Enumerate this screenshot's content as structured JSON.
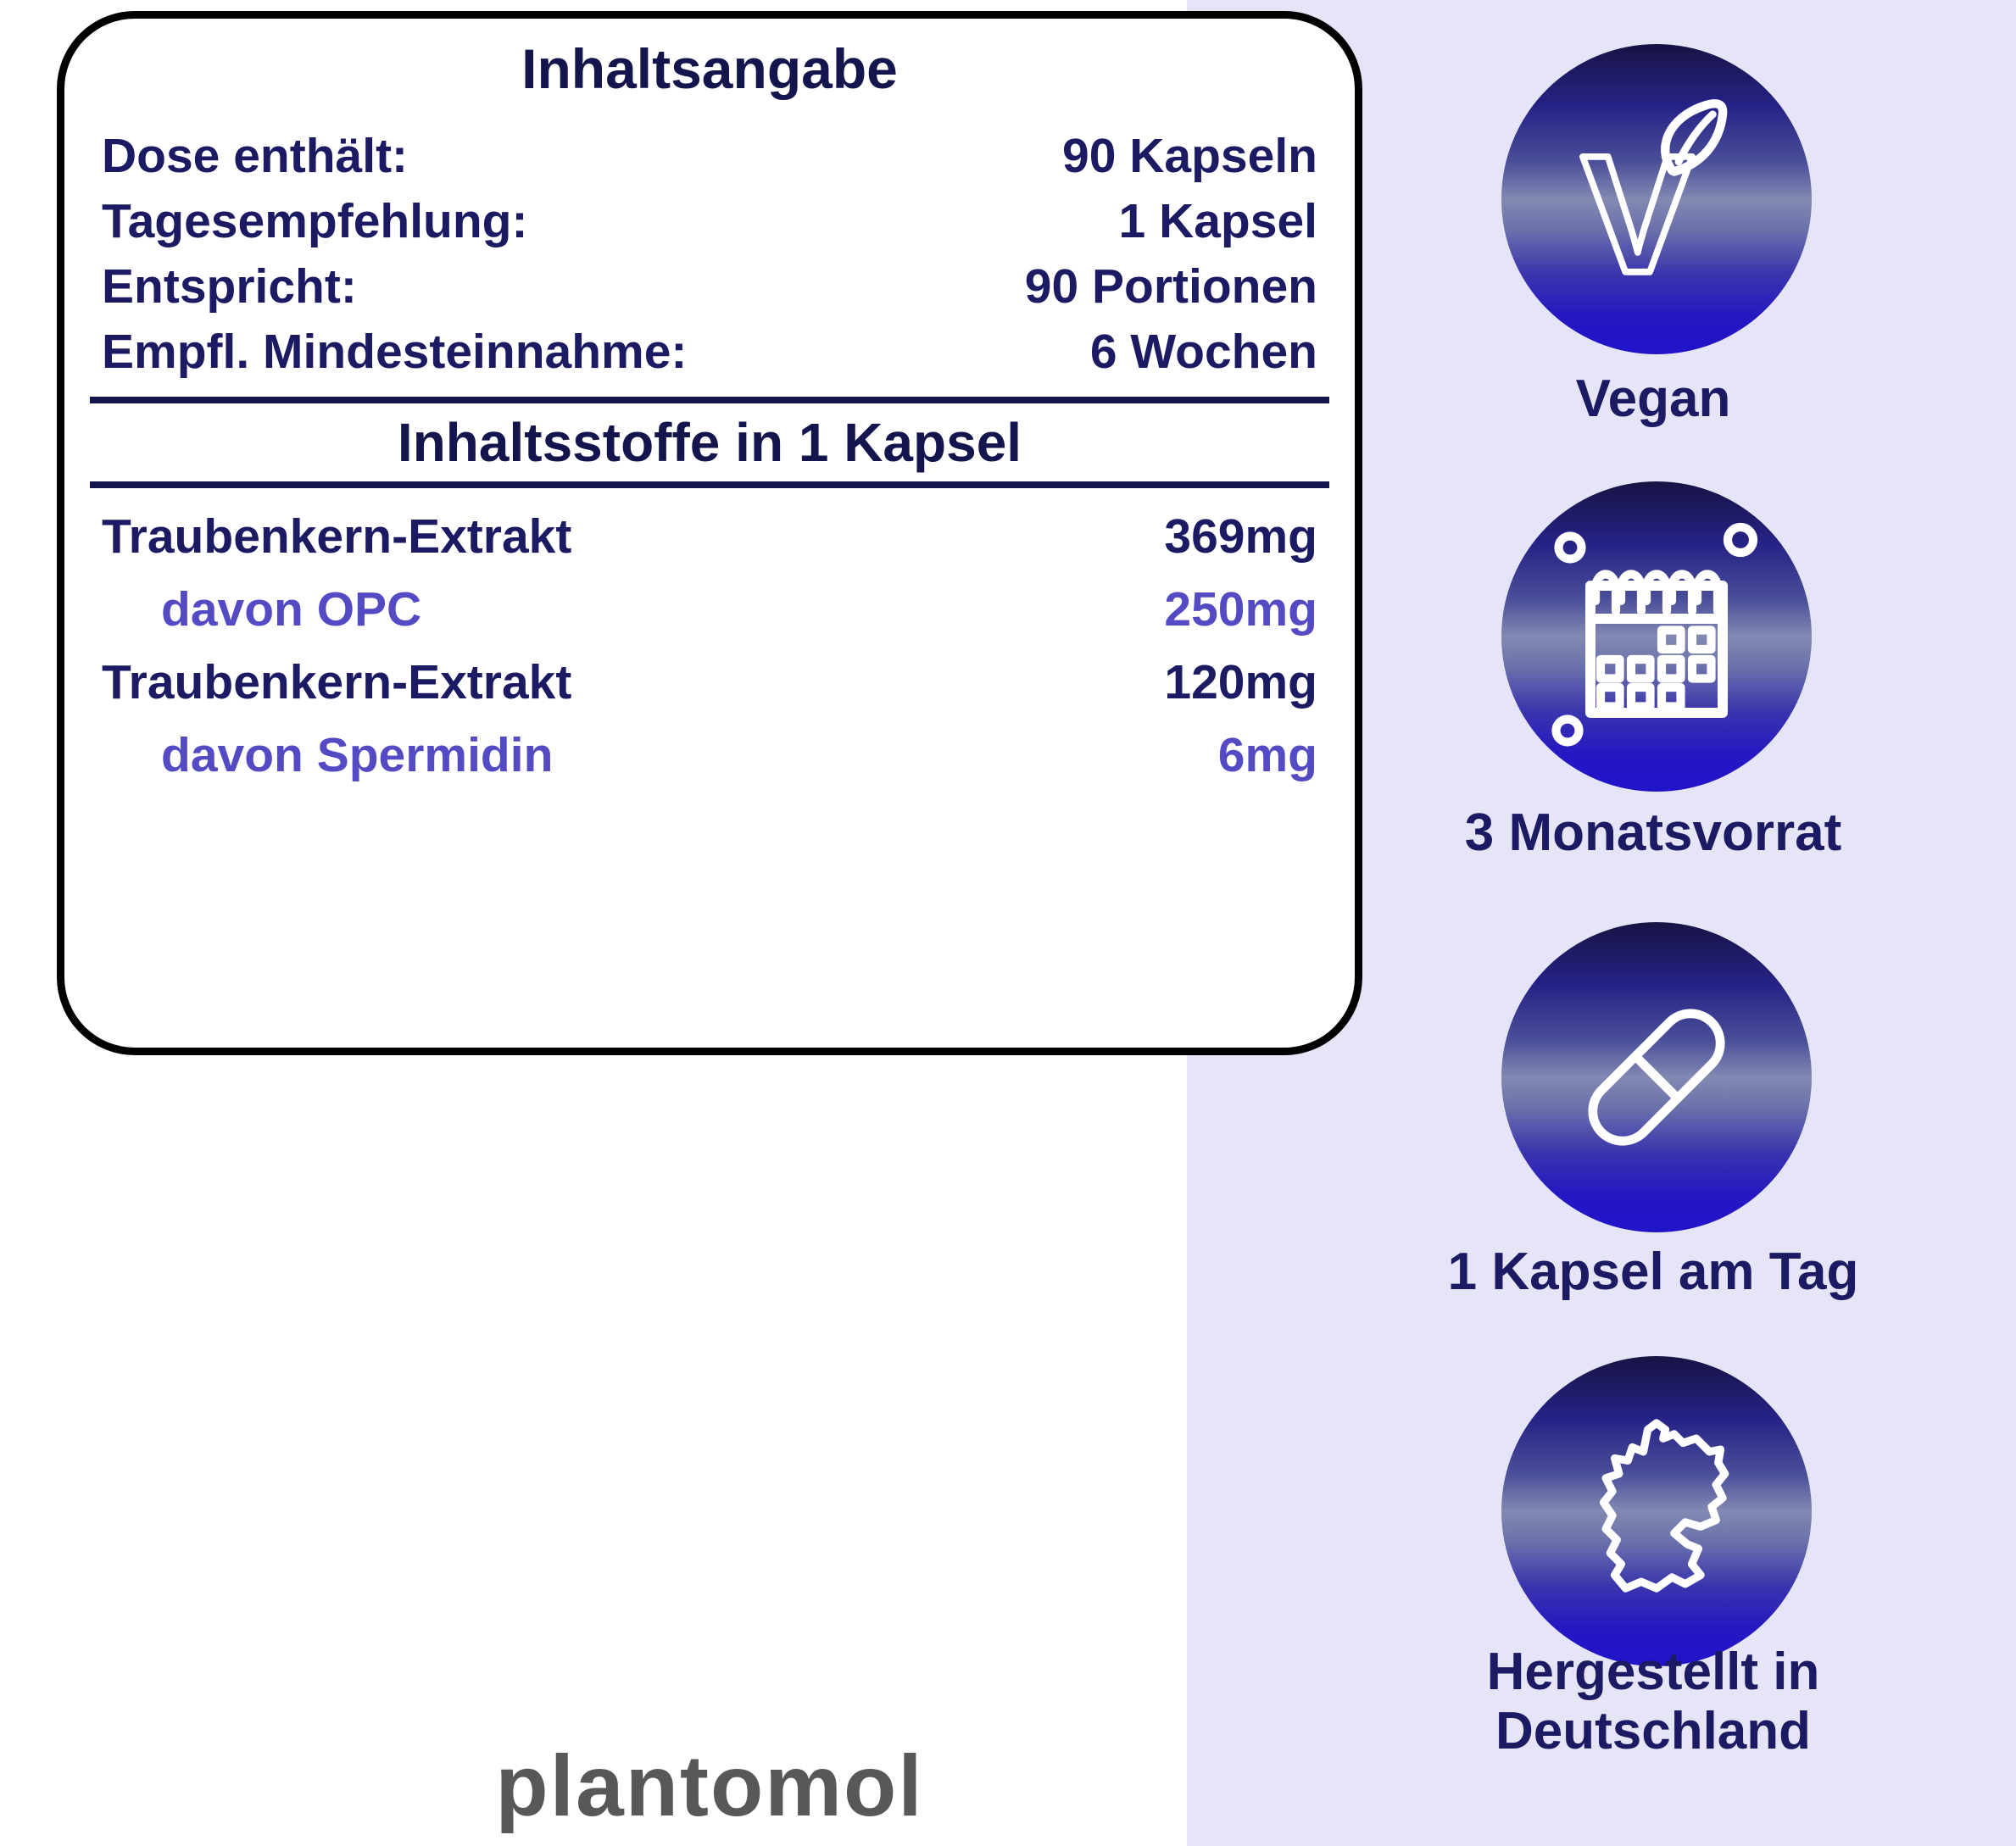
{
  "info_box": {
    "title": "Inhaltsangabe",
    "summary_rows": [
      {
        "label": "Dose enthält:",
        "value": "90 Kapseln"
      },
      {
        "label": "Tagesempfehlung:",
        "value": "1 Kapsel"
      },
      {
        "label": "Entspricht:",
        "value": "90 Portionen"
      },
      {
        "label": "Empfl. Mindesteinnahme:",
        "value": "6 Wochen"
      }
    ],
    "section_title": "Inhaltsstoffe in 1 Kapsel",
    "ingredients": [
      {
        "name": "Traubenkern-Extrakt",
        "amount": "369mg"
      },
      {
        "name": "davon OPC",
        "amount": "250mg"
      },
      {
        "name": "Traubenkern-Extrakt",
        "amount": "120mg"
      },
      {
        "name": "davon Spermidin",
        "amount": "6mg"
      }
    ]
  },
  "sidebar": {
    "badges": [
      {
        "icon": "vegan-leaf-icon",
        "label": "Vegan"
      },
      {
        "icon": "calendar-icon",
        "label": "3 Monatsvorrat"
      },
      {
        "icon": "capsule-icon",
        "label": "1 Kapsel am Tag"
      },
      {
        "icon": "germany-map-icon",
        "label": "Hergestellt in Deutschland",
        "label_line1": "Hergestellt in",
        "label_line2": "Deutschland"
      }
    ]
  },
  "logo": {
    "text": "plantomol"
  },
  "colors": {
    "navy_text": "#1b1a63",
    "heading_navy": "#15154e",
    "purple_text": "#544bc4",
    "lavender_background": "#e6e5f7",
    "box_border": "#000000",
    "logo_gray": "#58585a",
    "badge_gradient_top": "#171344",
    "badge_gradient_middle": "#8289b2",
    "badge_gradient_bottom": "#2113c9",
    "icon_stroke": "#ffffff"
  }
}
